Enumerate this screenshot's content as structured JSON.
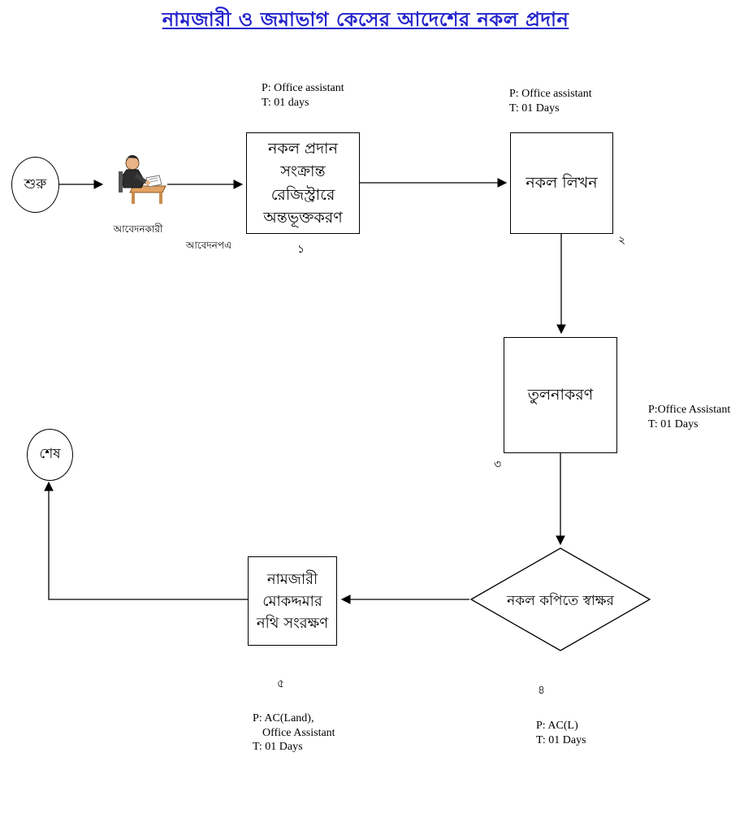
{
  "title": "নামজারী ও জমাভাগ কেসের আদেশের নকল প্রদান",
  "colors": {
    "title": "#2323cc",
    "line": "#000000"
  },
  "flow": {
    "start_label": "শুরু",
    "end_label": "শেষ",
    "applicant_label": "আবেদনকারী",
    "application_label": "আবেদনপএ",
    "step1": {
      "label": "নকল প্রদান সংক্রান্ত রেজিস্ট্রারে অন্তভূক্তকরণ",
      "num": "১",
      "p": "P:  Office assistant",
      "t": "T: 01 days"
    },
    "step2": {
      "label": "নকল লিখন",
      "num": "২",
      "p": "P: Office assistant",
      "t": "T: 01 Days"
    },
    "step3": {
      "label": "তুলনাকরণ",
      "num": "৩",
      "p": "P:Office Assistant",
      "t": "T:  01 Days"
    },
    "step4": {
      "label": "নকল কপিতে স্বাক্ষর",
      "num": "৪",
      "p": "P: AC(L)",
      "t": "T:  01 Days"
    },
    "step5": {
      "label": "নামজারী মোকদ্দমার নথি সংরক্ষণ",
      "num": "৫",
      "p1": "P:  AC(Land),",
      "p2": "Office Assistant",
      "t": "T:  01 Days"
    }
  }
}
